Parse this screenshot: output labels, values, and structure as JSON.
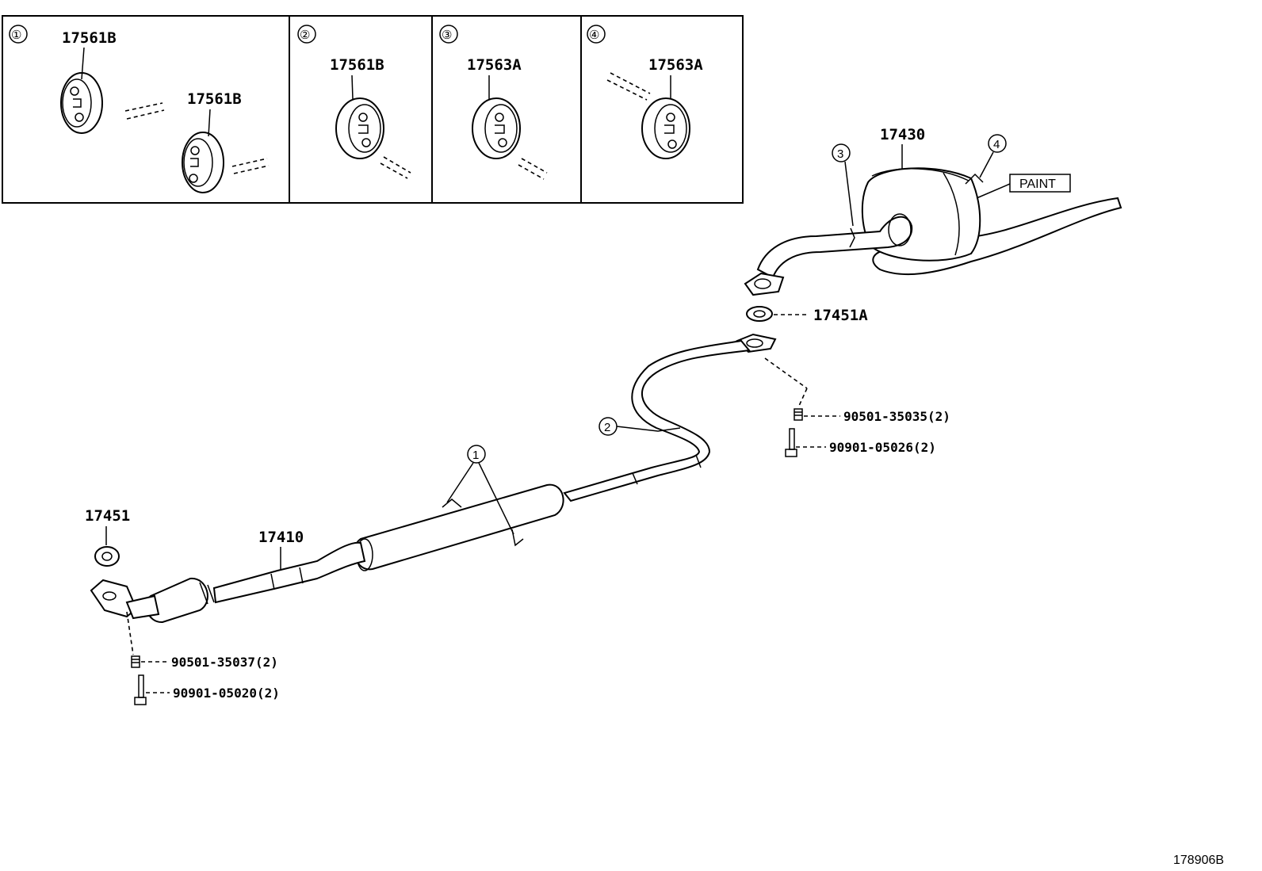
{
  "insets": [
    {
      "callout": "①",
      "labels": [
        "17561B",
        "17561B"
      ]
    },
    {
      "callout": "②",
      "labels": [
        "17561B"
      ]
    },
    {
      "callout": "③",
      "labels": [
        "17563A"
      ]
    },
    {
      "callout": "④",
      "labels": [
        "17563A"
      ]
    }
  ],
  "parts": {
    "tail_muffler": "17430",
    "gasket_upper": "17451A",
    "gasket_lower": "17451",
    "front_pipe": "17410",
    "spring_upper": "90501-35035(2)",
    "bolt_upper": "90901-05026(2)",
    "spring_lower": "90501-35037(2)",
    "bolt_lower": "90901-05020(2)"
  },
  "callouts": {
    "c1": "1",
    "c2": "2",
    "c3": "3",
    "c4": "4"
  },
  "paint_label": "PAINT",
  "diagram_code": "178906B"
}
